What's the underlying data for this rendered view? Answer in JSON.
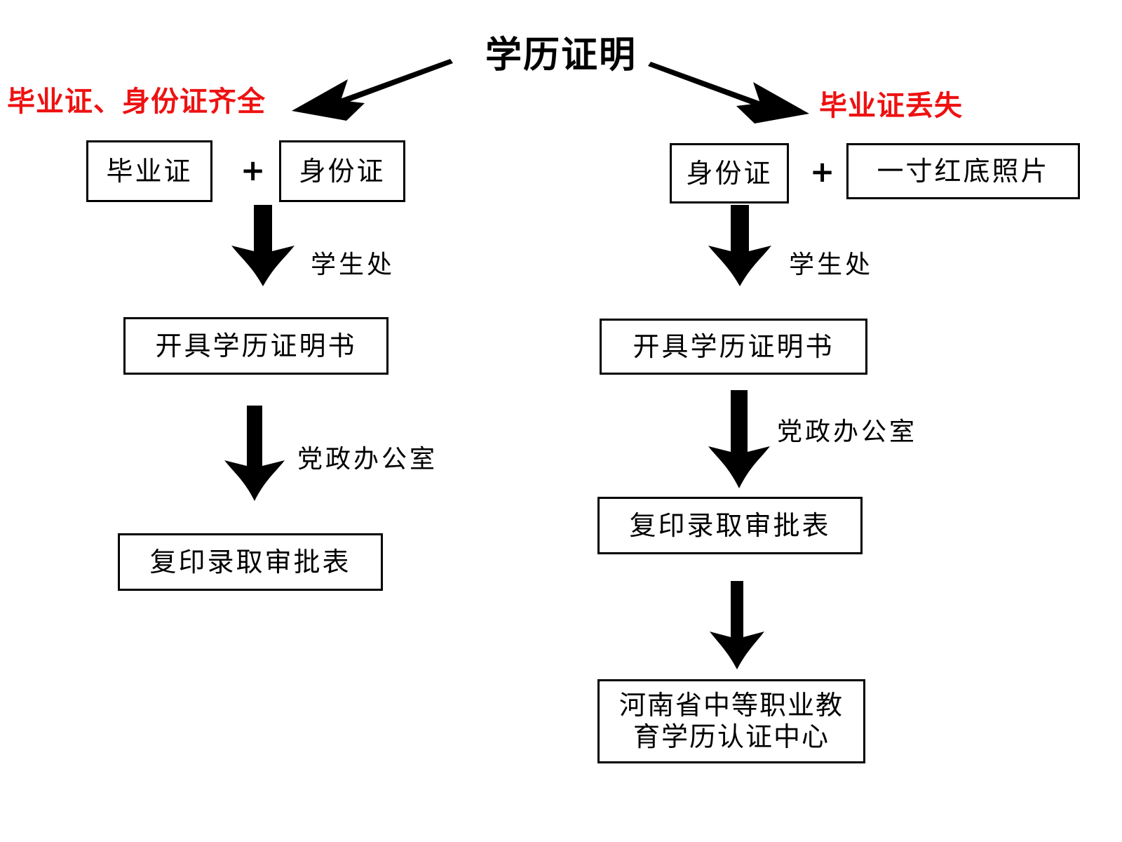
{
  "title": "学历证明",
  "branches": [
    {
      "key": "left",
      "label": "毕业证、身份证齐全"
    },
    {
      "key": "right",
      "label": "毕业证丢失"
    }
  ],
  "plus_symbol": "+",
  "left_branch": {
    "inputs": [
      {
        "label": "毕业证"
      },
      {
        "label": "身份证"
      }
    ],
    "steps": [
      {
        "arrow_label": "学生处",
        "box": "开具学历证明书"
      },
      {
        "arrow_label": "党政办公室",
        "box": "复印录取审批表"
      }
    ]
  },
  "right_branch": {
    "inputs": [
      {
        "label": "身份证"
      },
      {
        "label": "一寸红底照片"
      }
    ],
    "steps": [
      {
        "arrow_label": "学生处",
        "box": "开具学历证明书"
      },
      {
        "arrow_label": "党政办公室",
        "box": "复印录取审批表"
      },
      {
        "arrow_label": "",
        "box_line1": "河南省中等职业教",
        "box_line2": "育学历认证中心"
      }
    ]
  },
  "colors": {
    "branch_label": "#ee1111",
    "stroke": "#000000",
    "background": "#ffffff"
  }
}
